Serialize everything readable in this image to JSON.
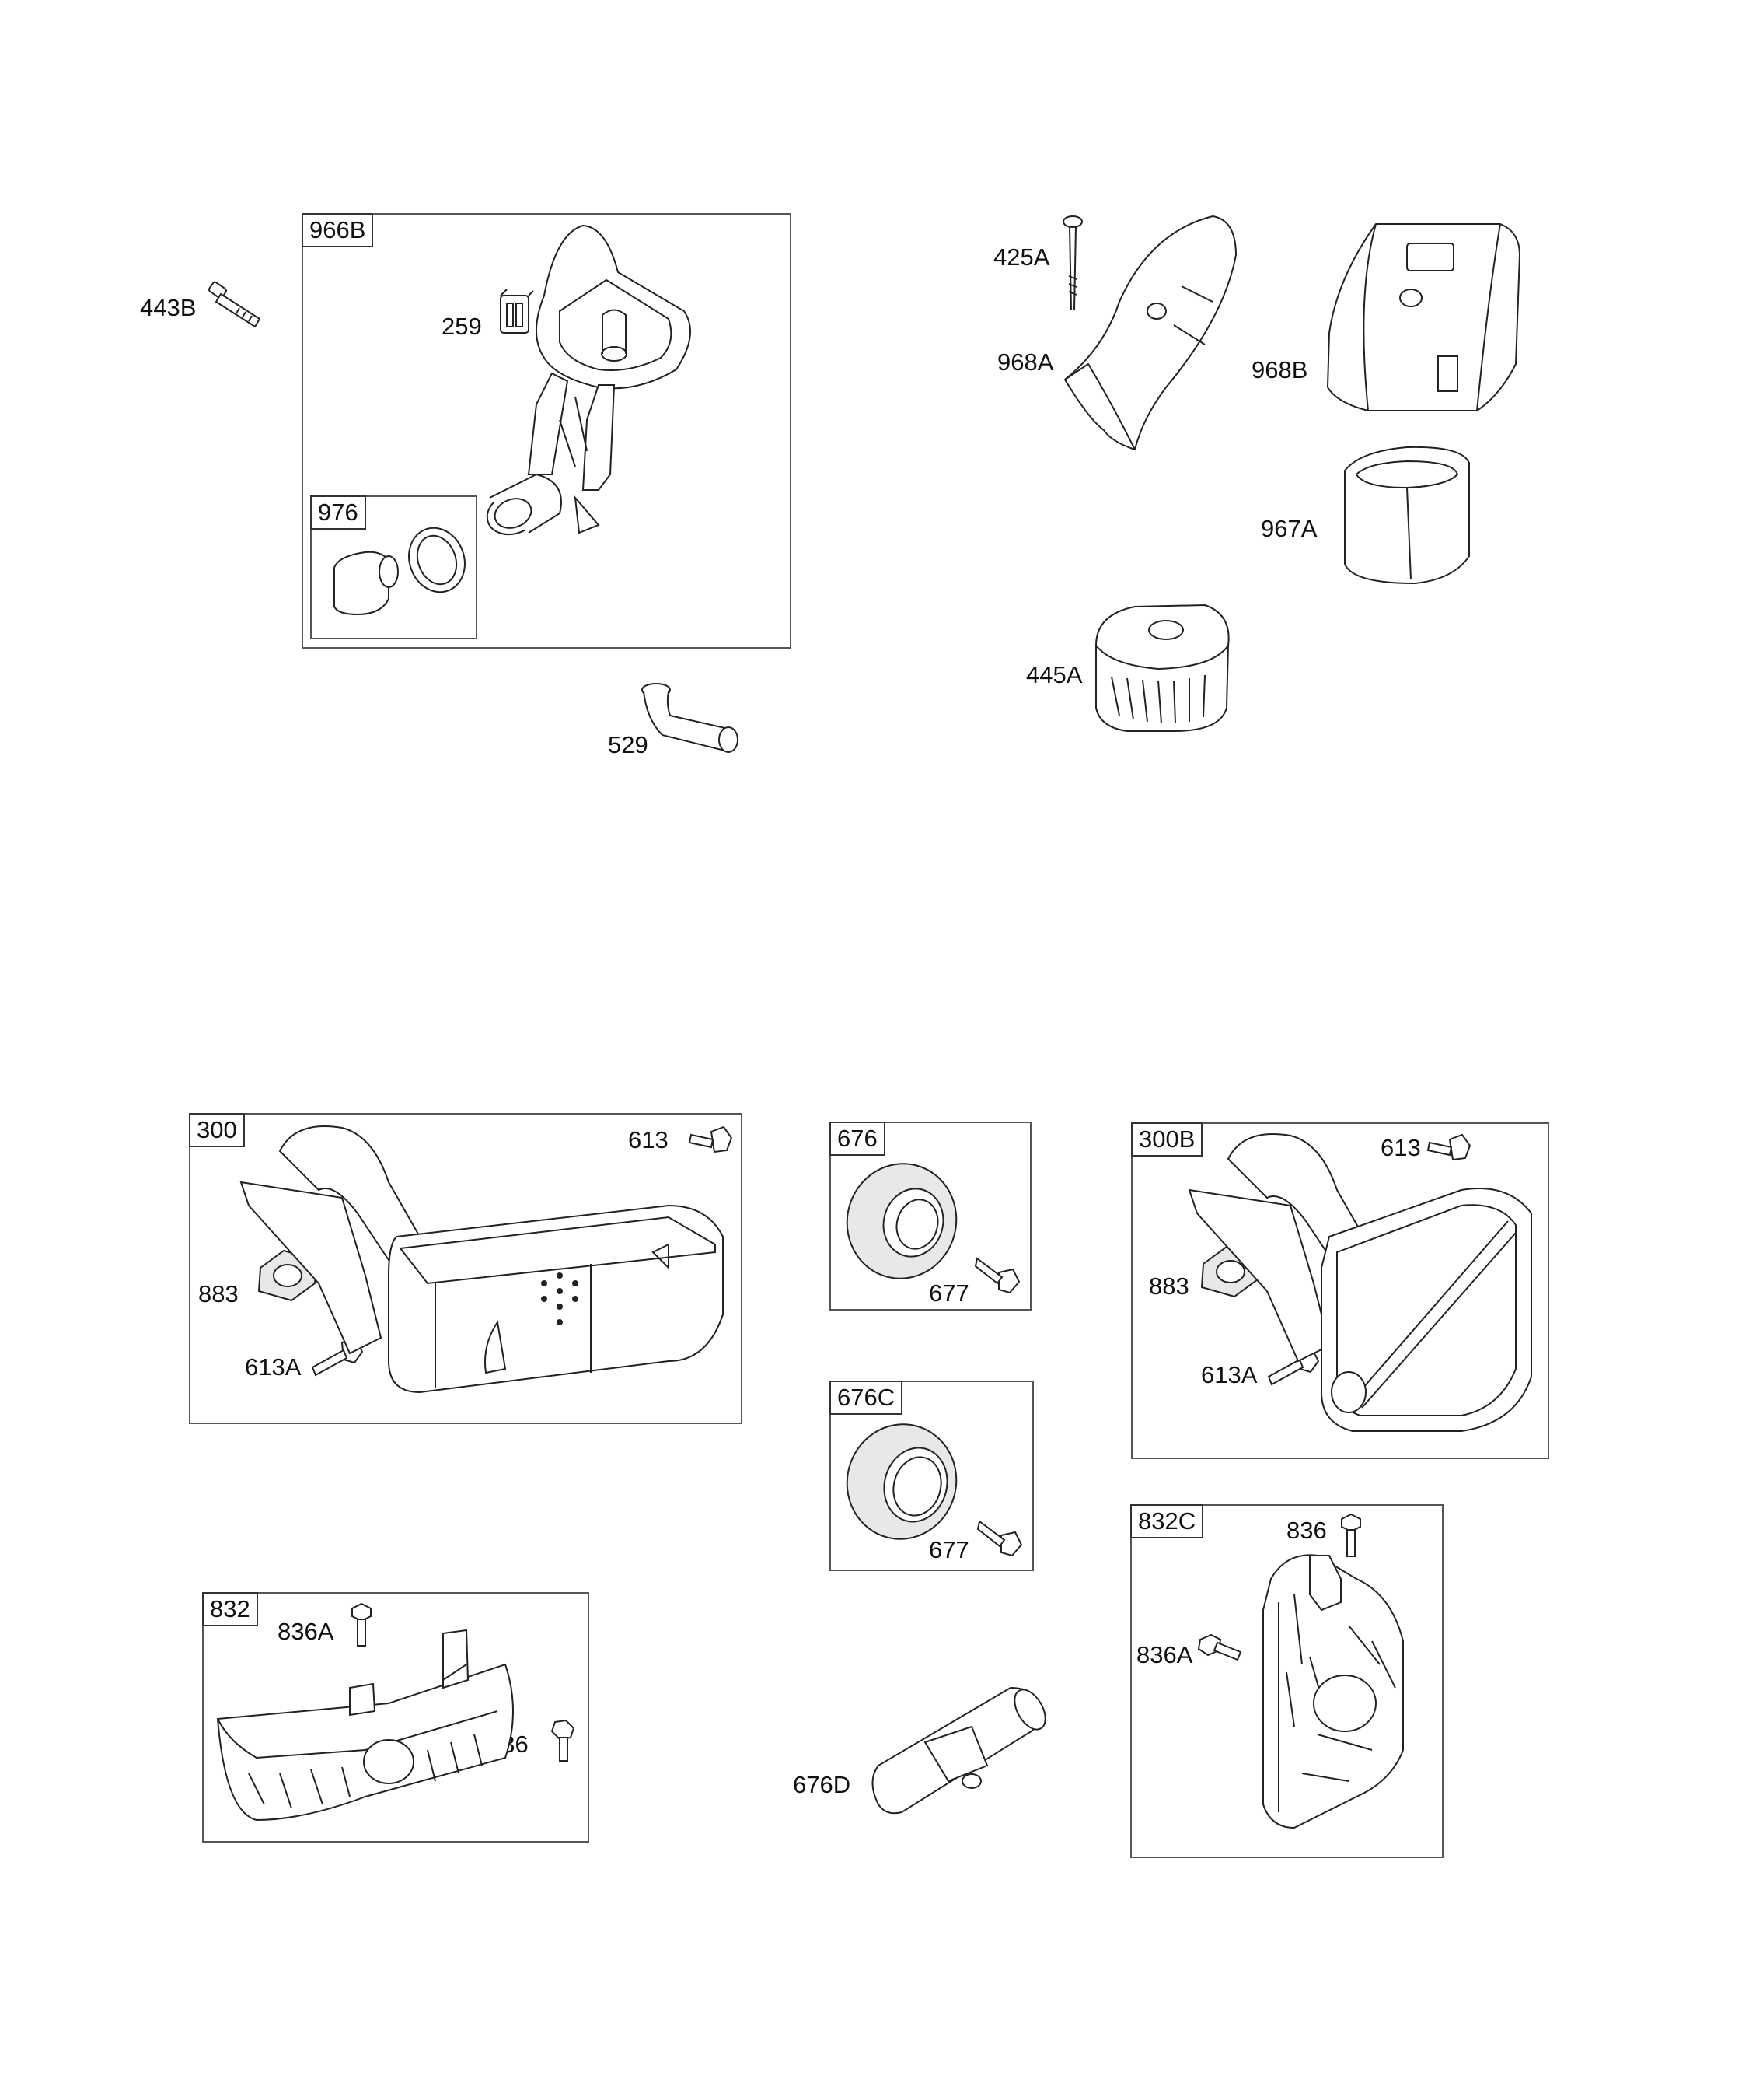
{
  "groups": {
    "g966B": "966B",
    "g976": "976",
    "g300": "300",
    "g676": "676",
    "g676C": "676C",
    "g300B": "300B",
    "g832": "832",
    "g832C": "832C"
  },
  "callouts": {
    "c443B": "443B",
    "c259": "259",
    "c529": "529",
    "c425A": "425A",
    "c968A": "968A",
    "c968B": "968B",
    "c967A": "967A",
    "c445A": "445A",
    "c613_a": "613",
    "c883_a": "883",
    "c613A_a": "613A",
    "c677_a": "677",
    "c677_b": "677",
    "c613_b": "613",
    "c883_b": "883",
    "c613A_b": "613A",
    "c836A_a": "836A",
    "c836_a": "836",
    "c676D": "676D",
    "c836_b": "836",
    "c836A_b": "836A"
  }
}
